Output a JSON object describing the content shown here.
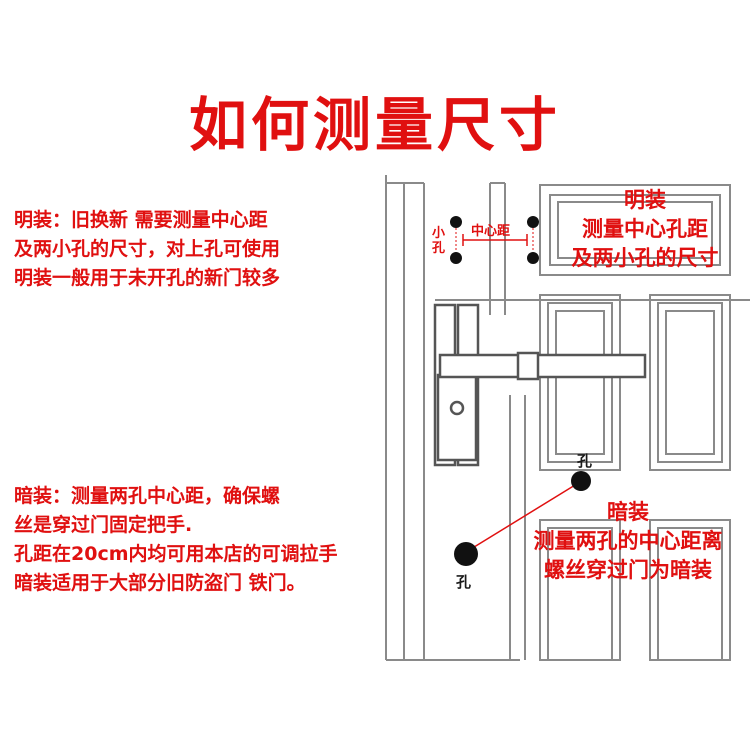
{
  "title": "如何测量尺寸",
  "colors": {
    "red": "#e01010",
    "black": "#1a1a1a",
    "door_line": "#8a8a8a"
  },
  "visible_install": {
    "description_lines": [
      "明装：旧换新 需要测量中心距",
      "及两小孔的尺寸，对上孔可使用",
      "明装一般用于未开孔的新门较多"
    ],
    "label_lines": [
      "明装",
      "测量中心孔距",
      "及两小孔的尺寸"
    ],
    "small_hole_label": "小孔",
    "center_distance_label": "中心距"
  },
  "concealed_install": {
    "description_lines": [
      "暗装：测量两孔中心距，确保螺",
      "丝是穿过门固定把手.",
      "孔距在20cm内均可用本店的可调拉手",
      "暗装适用于大部分旧防盗门 铁门。"
    ],
    "label_lines": [
      "暗装",
      "测量两孔的中心距离",
      "螺丝穿过门为暗装"
    ],
    "top_hole_label": "孔",
    "bottom_hole_label": "孔"
  }
}
